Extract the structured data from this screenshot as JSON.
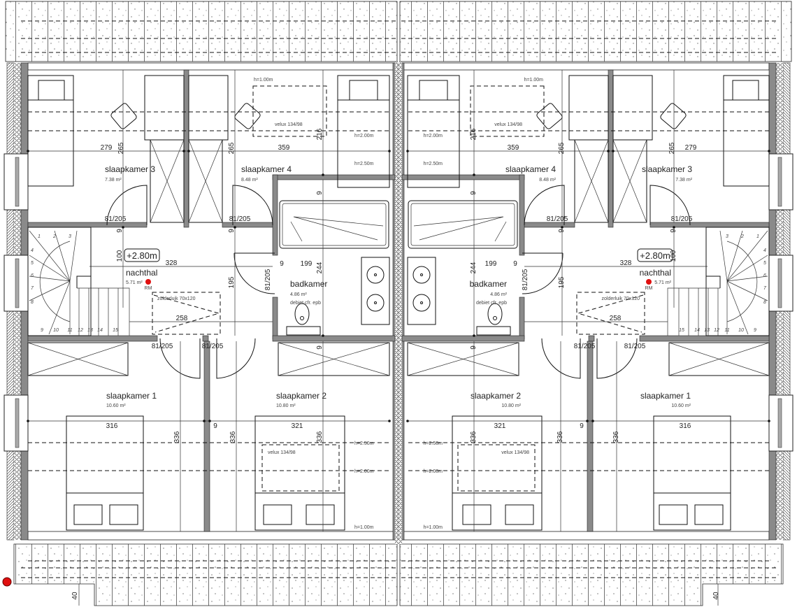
{
  "units": [
    {
      "rooms": {
        "slaapkamer3": {
          "name": "slaapkamer 3",
          "area": "7.38 m²"
        },
        "slaapkamer4": {
          "name": "slaapkamer 4",
          "area": "8.48 m²"
        },
        "nachthal": {
          "name": "nachthal",
          "area": "5.71 m²"
        },
        "badkamer": {
          "name": "badkamer",
          "area": "4.86 m²",
          "note": "debiet cfr. epb"
        },
        "slaapkamer1": {
          "name": "slaapkamer 1",
          "area": "10.60 m²"
        },
        "slaapkamer2": {
          "name": "slaapkamer 2",
          "area": "10.80 m²"
        }
      },
      "level_tag": "+2.80m",
      "smoke_detector": "RM",
      "hatch": "zolderluik 70x120",
      "velux_top": "velux 134/98",
      "velux_bottom": "velux 134/98",
      "heights": {
        "h100_top": "h=1.00m",
        "h200_top": "h=2.00m",
        "h250_top": "h=2.50m",
        "h250_bot": "h=2.50m",
        "h200_bot": "h=2.00m",
        "h100_bot": "h=1.00m"
      },
      "dims": {
        "d279": "279",
        "d265a": "265",
        "d265b": "265",
        "d359": "359",
        "d216": "216",
        "d9a": "9",
        "door3": "81/205",
        "door4": "81/205",
        "d9b": "9",
        "d9c": "9",
        "d100": "100",
        "d328": "328",
        "d195": "195",
        "doorbath": "81/205",
        "d9d": "9",
        "d244": "244",
        "d199": "199",
        "d258": "258",
        "door1": "81/205",
        "door2": "81/205",
        "d9e": "9",
        "d316": "316",
        "d9f": "9",
        "d336a": "336",
        "d336b": "336",
        "d336c": "336",
        "d321": "321"
      },
      "stair_steps": [
        "1",
        "2",
        "3",
        "4",
        "5",
        "6",
        "7",
        "8",
        "9",
        "10",
        "11",
        "12",
        "13",
        "14",
        "15"
      ]
    },
    {
      "rooms": {
        "slaapkamer3": {
          "name": "slaapkamer 3",
          "area": "7.38 m²"
        },
        "slaapkamer4": {
          "name": "slaapkamer 4",
          "area": "8.48 m²"
        },
        "nachthal": {
          "name": "nachthal",
          "area": "5.71 m²"
        },
        "badkamer": {
          "name": "badkamer",
          "area": "4.86 m²",
          "note": "debiet cfr. epb"
        },
        "slaapkamer1": {
          "name": "slaapkamer 1",
          "area": "10.60 m²"
        },
        "slaapkamer2": {
          "name": "slaapkamer 2",
          "area": "10.80 m²"
        }
      },
      "level_tag": "+2.80m",
      "smoke_detector": "RM",
      "hatch": "zolderluik 70x120",
      "velux_top": "velux 134/98",
      "velux_bottom": "velux 134/98",
      "heights": {
        "h100_top": "h=1.00m",
        "h200_top": "h=2.00m",
        "h250_top": "h=2.50m",
        "h250_bot": "h=2.50m",
        "h200_bot": "h=2.00m",
        "h100_bot": "h=1.00m"
      },
      "dims": {
        "d279": "279",
        "d265a": "265",
        "d265b": "265",
        "d359": "359",
        "d216": "216",
        "d9a": "9",
        "door3": "81/205",
        "door4": "81/205",
        "d9b": "9",
        "d9c": "9",
        "d100": "100",
        "d328": "328",
        "d195": "195",
        "doorbath": "81/205",
        "d9d": "9",
        "d244": "244",
        "d199": "199",
        "d258": "258",
        "door1": "81/205",
        "door2": "81/205",
        "d9e": "9",
        "d316": "316",
        "d9f": "9",
        "d336a": "336",
        "d336b": "336",
        "d336c": "336",
        "d321": "321"
      },
      "stair_steps": [
        "1",
        "2",
        "3",
        "4",
        "5",
        "6",
        "7",
        "8",
        "9",
        "10",
        "11",
        "12",
        "13",
        "14",
        "15"
      ]
    }
  ],
  "eave_dims": [
    "40",
    "40"
  ],
  "colors": {
    "smoke_detector": "#e01010",
    "wall": "#8a8a8a"
  }
}
